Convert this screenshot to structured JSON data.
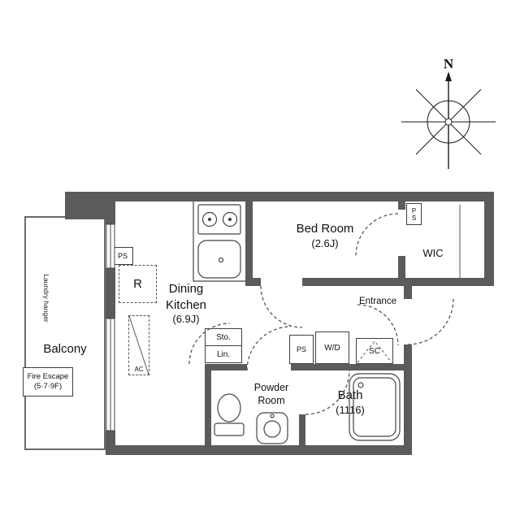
{
  "compass": {
    "north": "N"
  },
  "rooms": {
    "bedroom": {
      "name": "Bed Room",
      "size": "(2.6J)"
    },
    "wic": {
      "name": "WIC"
    },
    "dining_kitchen": {
      "name_line1": "Dining",
      "name_line2": "Kitchen",
      "size": "(6.9J)"
    },
    "entrance": {
      "name": "Entrance"
    },
    "powder_room": {
      "name_line1": "Powder",
      "name_line2": "Room"
    },
    "bath": {
      "name": "Bath",
      "size": "(1116)"
    },
    "balcony": {
      "name": "Balcony"
    }
  },
  "fixtures": {
    "refrigerator": "R",
    "air_conditioner": "AC",
    "pipe_space": "PS",
    "shoe_closet": "SC",
    "washer_dryer": "W/D",
    "storage": "Sto.",
    "linen": "Lin.",
    "laundry_hanger": "Laundry hanger",
    "fire_escape_line1": "Fire Escape",
    "fire_escape_line2": "(5·7·9F)"
  },
  "colors": {
    "wall": "#5b5b5b",
    "line": "#3f3f3f",
    "dash": "#555555",
    "background": "#ffffff"
  }
}
